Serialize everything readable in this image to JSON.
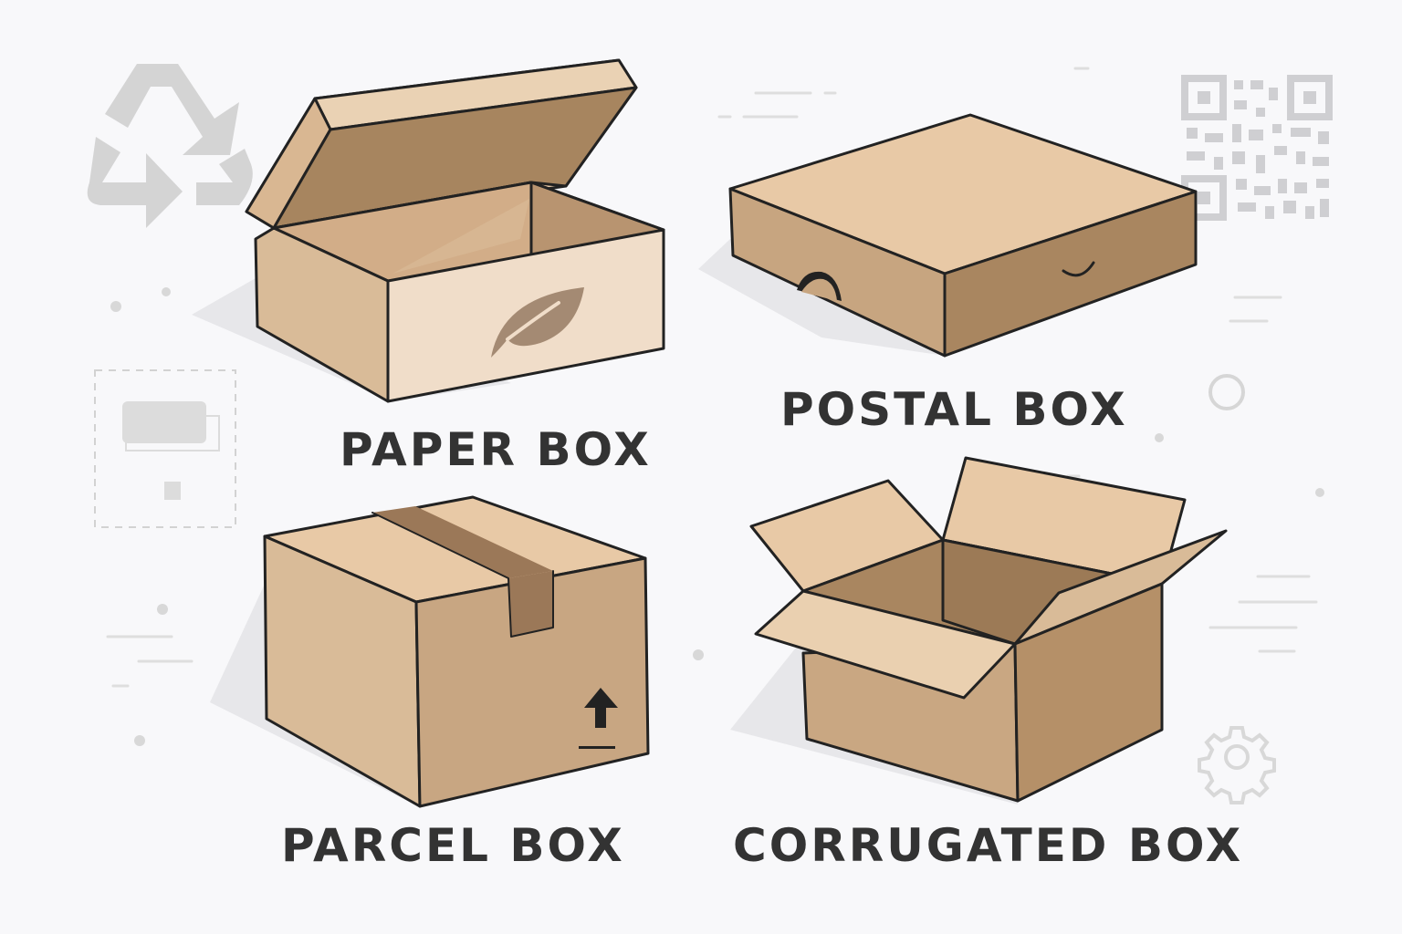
{
  "boxes": [
    {
      "id": "paper",
      "label": "PAPER BOX",
      "emblem": "leaf-icon"
    },
    {
      "id": "postal",
      "label": "POSTAL BOX",
      "emblem": "smile-icon"
    },
    {
      "id": "parcel",
      "label": "PARCEL BOX",
      "emblem": "this-way-up-arrow-icon"
    },
    {
      "id": "corrugated",
      "label": "CORRUGATED BOX",
      "emblem": ""
    }
  ],
  "decorations": [
    "recycle-icon",
    "qr-code-icon",
    "dashed-frame-icon",
    "circle-outline-icon",
    "gear-icon"
  ],
  "colors": {
    "background": "#f8f8fa",
    "cardboard_light": "#e8c9a6",
    "cardboard_mid": "#d4b08c",
    "cardboard_dark": "#a7855f",
    "tape": "#9b7858",
    "outline": "#222222",
    "label_text": "#333333",
    "decor_gray": "#d6d6d6"
  }
}
